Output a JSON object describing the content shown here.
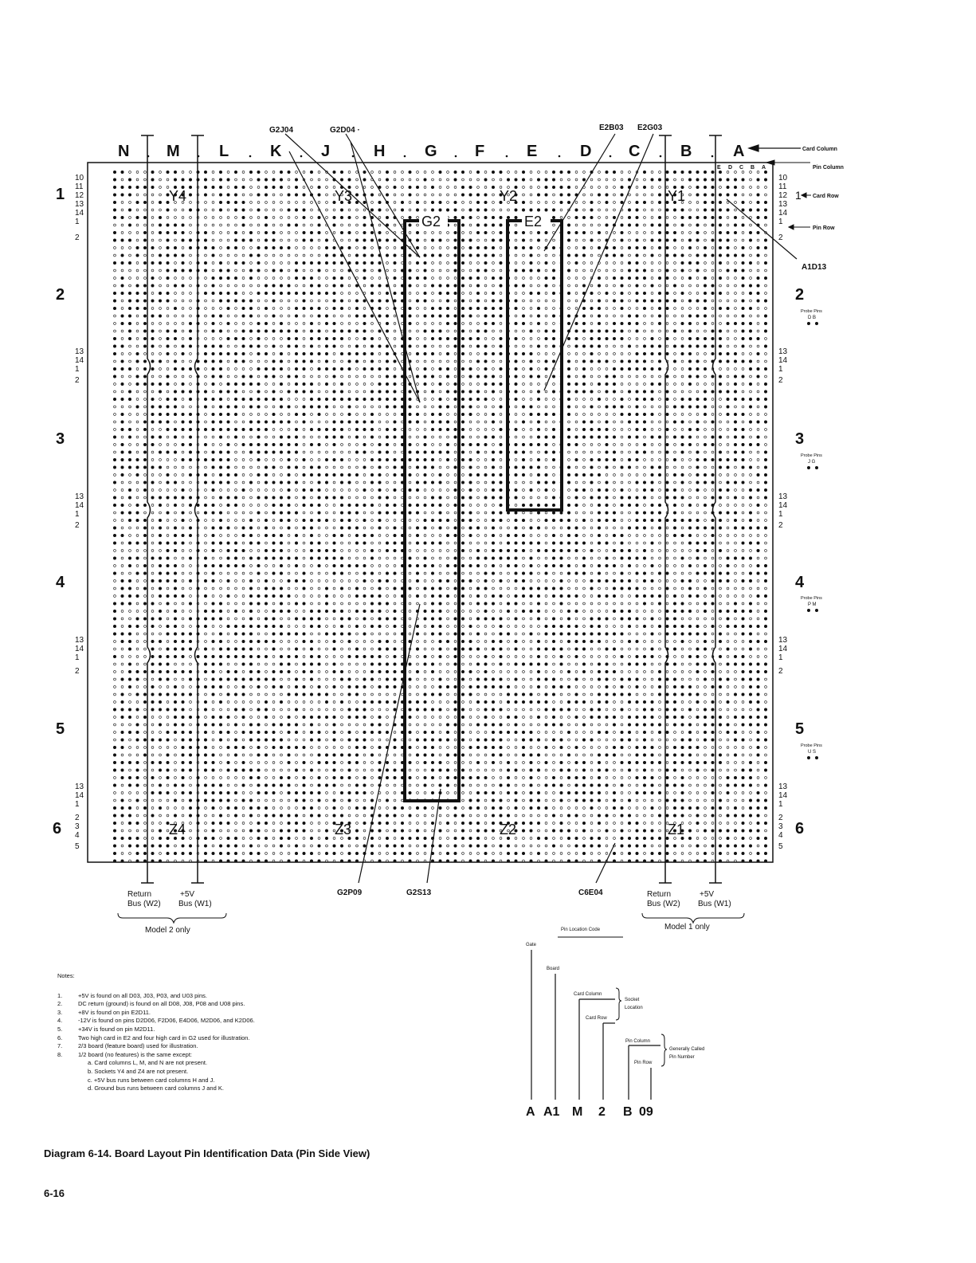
{
  "board": {
    "card_columns": [
      "N",
      "M",
      "L",
      "K",
      "J",
      "H",
      "G",
      "F",
      "E",
      "D",
      "C",
      "B",
      "A"
    ],
    "pin_columns": [
      "E",
      "D",
      "C",
      "B",
      "A"
    ],
    "card_rows": [
      "1",
      "2",
      "3",
      "4",
      "5",
      "6"
    ],
    "pin_row_labels_top": [
      "10",
      "11",
      "12",
      "13",
      "14",
      "1",
      "2"
    ],
    "pin_row_labels_mid": [
      "13",
      "14",
      "1",
      "2"
    ],
    "pin_row_labels_bottom": [
      "13",
      "14",
      "1",
      "2",
      "3",
      "4",
      "5"
    ],
    "sockets": [
      "Y4",
      "Y3",
      "Y2",
      "Y1",
      "Z4",
      "Z3",
      "Z2",
      "Z1"
    ],
    "cards": [
      "G2",
      "E2"
    ]
  },
  "callouts": {
    "g2j04": "G2J04",
    "g2d04": "G2D04 ·",
    "e2b03": "E2B03",
    "e2g03": "E2G03",
    "a1d13": "A1D13",
    "g2p09": "G2P09",
    "g2s13": "G2S13",
    "c6e04": "C6E04"
  },
  "right_legend": {
    "card_column": "Card Column",
    "pin_column": "Pin Column",
    "card_row_num": "1",
    "card_row": "Card Row",
    "pin_row": "Pin Row",
    "probe_title": "Probe Pins",
    "probes": [
      {
        "row": "2",
        "pins": "D B"
      },
      {
        "row": "3",
        "pins": "J G"
      },
      {
        "row": "4",
        "pins": "P M"
      },
      {
        "row": "5",
        "pins": "U S"
      }
    ]
  },
  "bus_labels": {
    "return": "Return",
    "return_bus": "Bus (W2)",
    "plus5": "+5V",
    "plus5_bus": "Bus (W1)",
    "model2": "Model 2 only",
    "model1": "Model 1 only"
  },
  "pin_code": {
    "title": "Pin Location Code",
    "gate": "Gate",
    "board": "Board",
    "card_column": "Card Column",
    "card_row": "Card Row",
    "socket_location_1": "Socket",
    "socket_location_2": "Location",
    "pin_column": "Pin Column",
    "pin_row": "Pin Row",
    "generally_1": "Generally Called",
    "generally_2": "Pin Number",
    "example": [
      "A",
      "A1",
      "M",
      "2",
      "B",
      "09"
    ]
  },
  "notes": {
    "title": "Notes:",
    "items": [
      {
        "n": "1.",
        "text": "+5V is found on all D03, J03, P03, and U03 pins."
      },
      {
        "n": "2.",
        "text": "DC return (ground) is found on all D08, J08, P08 and U08 pins."
      },
      {
        "n": "3.",
        "text": "+8V is found on pin E2D11."
      },
      {
        "n": "4.",
        "text": "-12V is found on pins D2D06, F2D06, E4D06, M2D06, and K2D06."
      },
      {
        "n": "5.",
        "text": "+34V is found on pin M2D11."
      },
      {
        "n": "6.",
        "text": "Two high card in E2 and four high card in G2 used for illustration."
      },
      {
        "n": "7.",
        "text": "2/3 board (feature board) used for illustration."
      },
      {
        "n": "8.",
        "text": "1/2 board (no features) is the same except:"
      }
    ],
    "subitems": [
      "a.  Card columns L, M, and N are not present.",
      "b.  Sockets Y4 and Z4 are not present.",
      "c.  +5V bus runs between card columns H and J.",
      "d.  Ground bus runs between card columns J and K."
    ]
  },
  "caption": "Diagram 6-14.  Board Layout Pin Identification Data (Pin Side View)",
  "page_number": "6-16"
}
